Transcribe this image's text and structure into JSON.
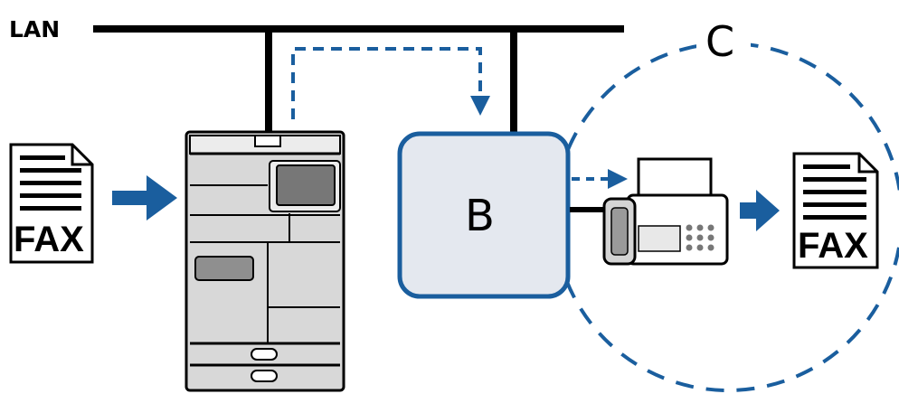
{
  "network": {
    "label": "LAN"
  },
  "node_b": {
    "label": "B"
  },
  "region_c": {
    "label": "C"
  },
  "incoming_document": {
    "label": "FAX"
  },
  "outgoing_document": {
    "label": "FAX"
  },
  "colors": {
    "accent_blue": "#1a5e9e",
    "line_black": "#000000",
    "node_fill": "#e4e8ef",
    "device_gray": "#d8d8d8"
  },
  "icons": [
    "fax-document-icon",
    "arrow-right-icon",
    "multifunction-printer-icon",
    "fax-machine-icon"
  ]
}
